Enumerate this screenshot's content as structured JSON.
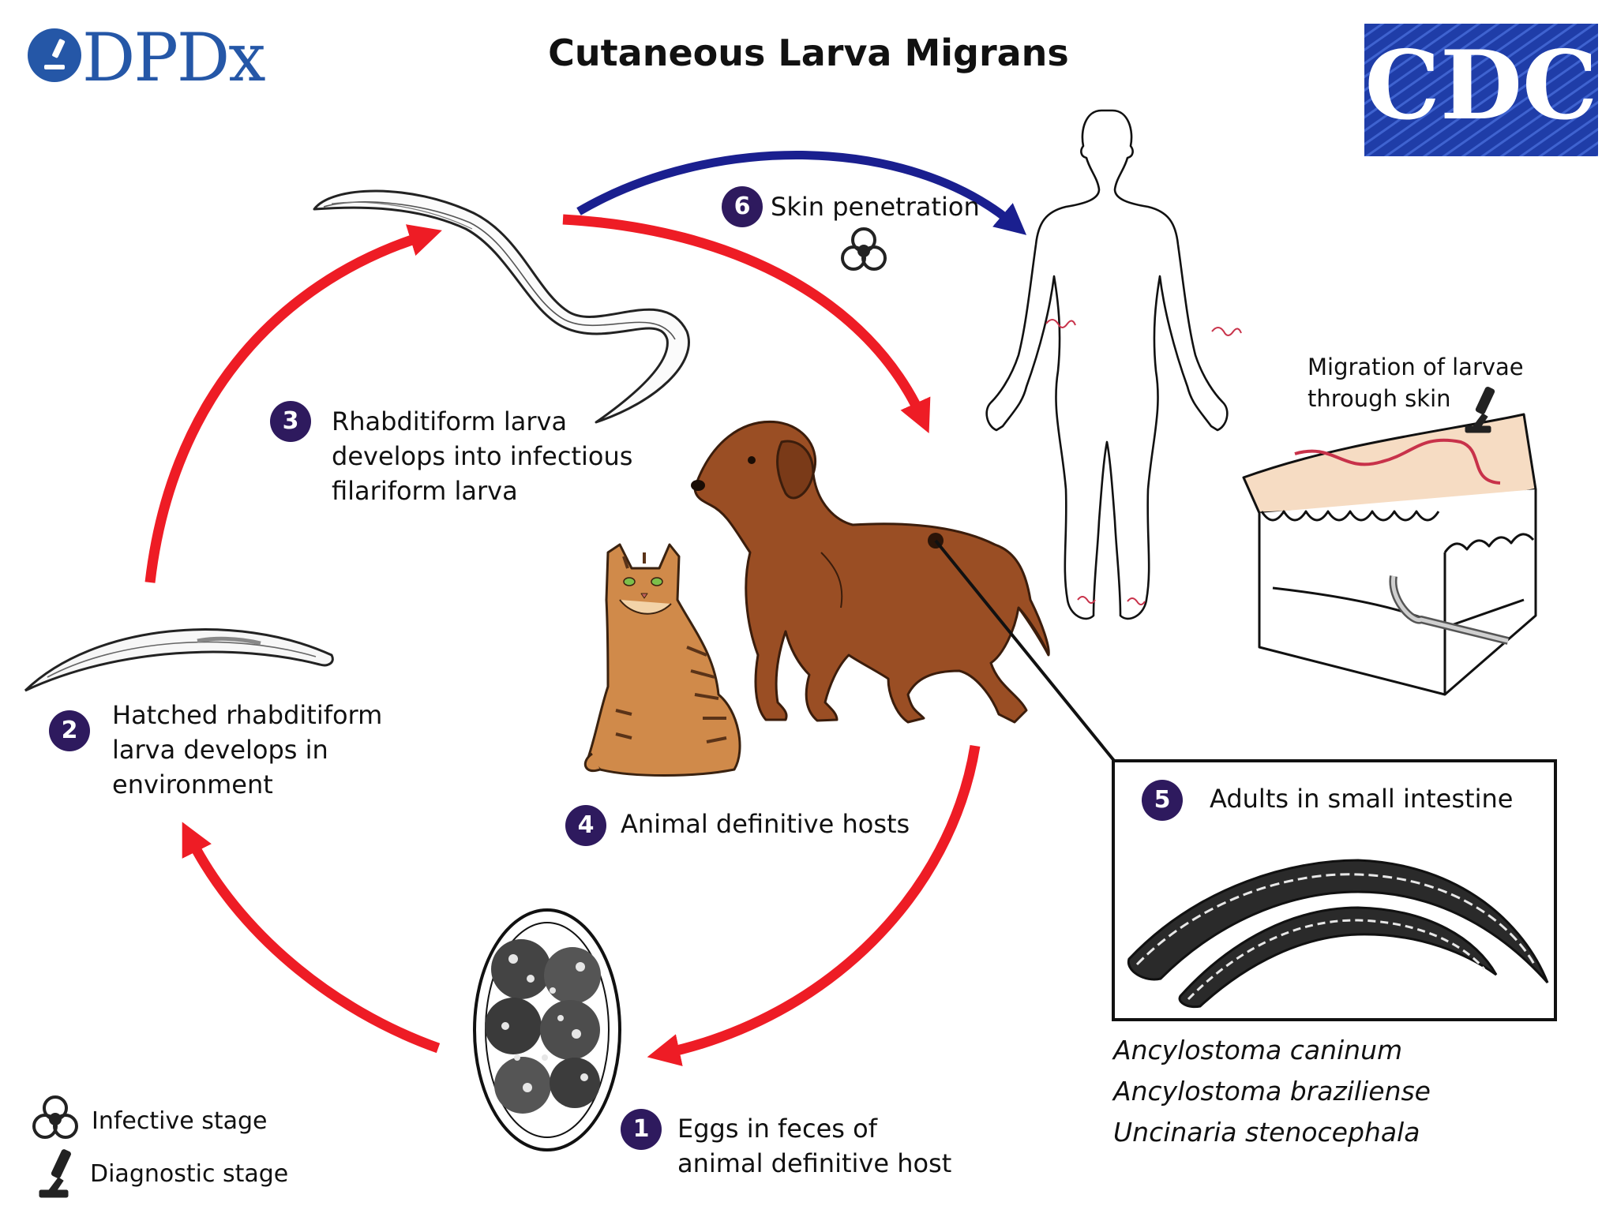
{
  "title": "Cutaneous Larva Migrans",
  "logos": {
    "dpdx": "DPDx",
    "cdc": "CDC",
    "dpdx_color": "#2557a7",
    "cdc_color": "#1f3da8"
  },
  "colors": {
    "cycle_arrow": "#ee1c25",
    "human_arrow": "#1a1f8f",
    "badge": "#2e1a5e",
    "dog": "#9a4e24",
    "cat": "#d08a4a",
    "skin": "#f6dcc3",
    "track": "#c8324a"
  },
  "stages": [
    {
      "number": "1",
      "lines": [
        "Eggs in feces of",
        "animal definitive host"
      ]
    },
    {
      "number": "2",
      "lines": [
        "Hatched rhabditiform",
        "larva develops in",
        "environment"
      ]
    },
    {
      "number": "3",
      "lines": [
        "Rhabditiform larva",
        "develops into infectious",
        "filariform larva"
      ]
    },
    {
      "number": "4",
      "lines": [
        "Animal definitive hosts"
      ]
    },
    {
      "number": "5",
      "lines": [
        "Adults in small intestine"
      ]
    },
    {
      "number": "6",
      "lines": [
        "Skin penetration"
      ]
    }
  ],
  "migration_label": [
    "Migration of larvae",
    "through skin"
  ],
  "species": [
    "Ancylostoma caninum",
    "Ancylostoma braziliense",
    "Uncinaria stenocephala"
  ],
  "legend": [
    {
      "icon": "biohazard-icon",
      "label": "Infective stage"
    },
    {
      "icon": "microscope-icon",
      "label": "Diagnostic stage"
    }
  ]
}
